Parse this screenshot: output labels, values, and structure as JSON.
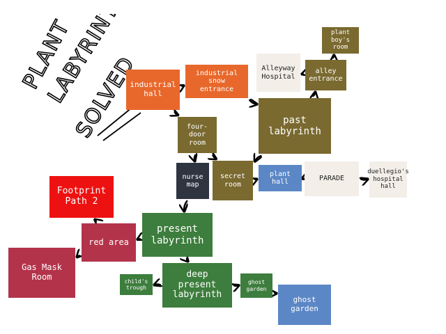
{
  "title": {
    "lines": [
      "PLANT",
      "LABYRINTH",
      "SOLVED"
    ]
  },
  "nodes": [
    {
      "id": "industrial-hall",
      "label": "industrial hall",
      "color": "#e8682c",
      "text": "dark"
    },
    {
      "id": "industrial-snow-entrance",
      "label": "industrial snow\nentrance",
      "color": "#e8682c",
      "text": "dark"
    },
    {
      "id": "four-door-room",
      "label": "four-door\nroom",
      "color": "#7a6a30",
      "text": "dark"
    },
    {
      "id": "nurse-map",
      "label": "nurse\nmap",
      "color": "#2e3440",
      "text": "dark"
    },
    {
      "id": "secret-room",
      "label": "secret\nroom",
      "color": "#7a6a30",
      "text": "dark"
    },
    {
      "id": "past-labyrinth",
      "label": "past\nlabyrinth",
      "color": "#7a6a30",
      "text": "dark"
    },
    {
      "id": "alleyway-hospital",
      "label": "Alleyway\nHospital",
      "color": "#f3efe8",
      "text": "light"
    },
    {
      "id": "alley-entrance",
      "label": "alley\nentrance",
      "color": "#7a6a30",
      "text": "dark"
    },
    {
      "id": "plant-boys-room",
      "label": "plant\nboy's\nroom",
      "color": "#7a6a30",
      "text": "dark"
    },
    {
      "id": "plant-hall",
      "label": "plant hall",
      "color": "#5b87c6",
      "text": "dark"
    },
    {
      "id": "parade",
      "label": "PARADE",
      "color": "#f3efe8",
      "text": "light"
    },
    {
      "id": "duellegios-hospital-hall",
      "label": "duellegio's\nhospital\nhall",
      "color": "#f3efe8",
      "text": "light"
    },
    {
      "id": "footprint-path-2",
      "label": "Footprint\nPath 2",
      "color": "#ee1111",
      "text": "dark"
    },
    {
      "id": "red-area",
      "label": "red area",
      "color": "#b3334a",
      "text": "dark"
    },
    {
      "id": "gas-mask-room",
      "label": "Gas Mask Room",
      "color": "#b3334a",
      "text": "dark"
    },
    {
      "id": "present-labyrinth",
      "label": "present\nlabyrinth",
      "color": "#3d7d3d",
      "text": "dark"
    },
    {
      "id": "deep-present-labyrinth",
      "label": "deep\npresent\nlabyrinth",
      "color": "#3d7d3d",
      "text": "dark"
    },
    {
      "id": "childs-trough",
      "label": "child's\ntrough",
      "color": "#3d7d3d",
      "text": "dark"
    },
    {
      "id": "ghost-garden-small",
      "label": "ghost\ngarden",
      "color": "#3d7d3d",
      "text": "dark"
    },
    {
      "id": "ghost-garden",
      "label": "ghost garden",
      "color": "#5b87c6",
      "text": "dark"
    }
  ],
  "edges": [
    {
      "from": "industrial-hall",
      "to": "industrial-snow-entrance"
    },
    {
      "from": "industrial-hall",
      "to": "four-door-room"
    },
    {
      "from": "industrial-snow-entrance",
      "to": "past-labyrinth"
    },
    {
      "from": "four-door-room",
      "to": "nurse-map"
    },
    {
      "from": "four-door-room",
      "to": "secret-room"
    },
    {
      "from": "past-labyrinth",
      "to": "secret-room"
    },
    {
      "from": "past-labyrinth",
      "to": "alley-entrance"
    },
    {
      "from": "alley-entrance",
      "to": "alleyway-hospital"
    },
    {
      "from": "alley-entrance",
      "to": "plant-boys-room"
    },
    {
      "from": "secret-room",
      "to": "plant-hall"
    },
    {
      "from": "plant-hall",
      "to": "parade"
    },
    {
      "from": "parade",
      "to": "duellegios-hospital-hall"
    },
    {
      "from": "nurse-map",
      "to": "present-labyrinth"
    },
    {
      "from": "present-labyrinth",
      "to": "red-area"
    },
    {
      "from": "red-area",
      "to": "footprint-path-2"
    },
    {
      "from": "red-area",
      "to": "gas-mask-room"
    },
    {
      "from": "present-labyrinth",
      "to": "deep-present-labyrinth"
    },
    {
      "from": "deep-present-labyrinth",
      "to": "childs-trough"
    },
    {
      "from": "deep-present-labyrinth",
      "to": "ghost-garden-small"
    },
    {
      "from": "ghost-garden-small",
      "to": "ghost-garden"
    }
  ]
}
